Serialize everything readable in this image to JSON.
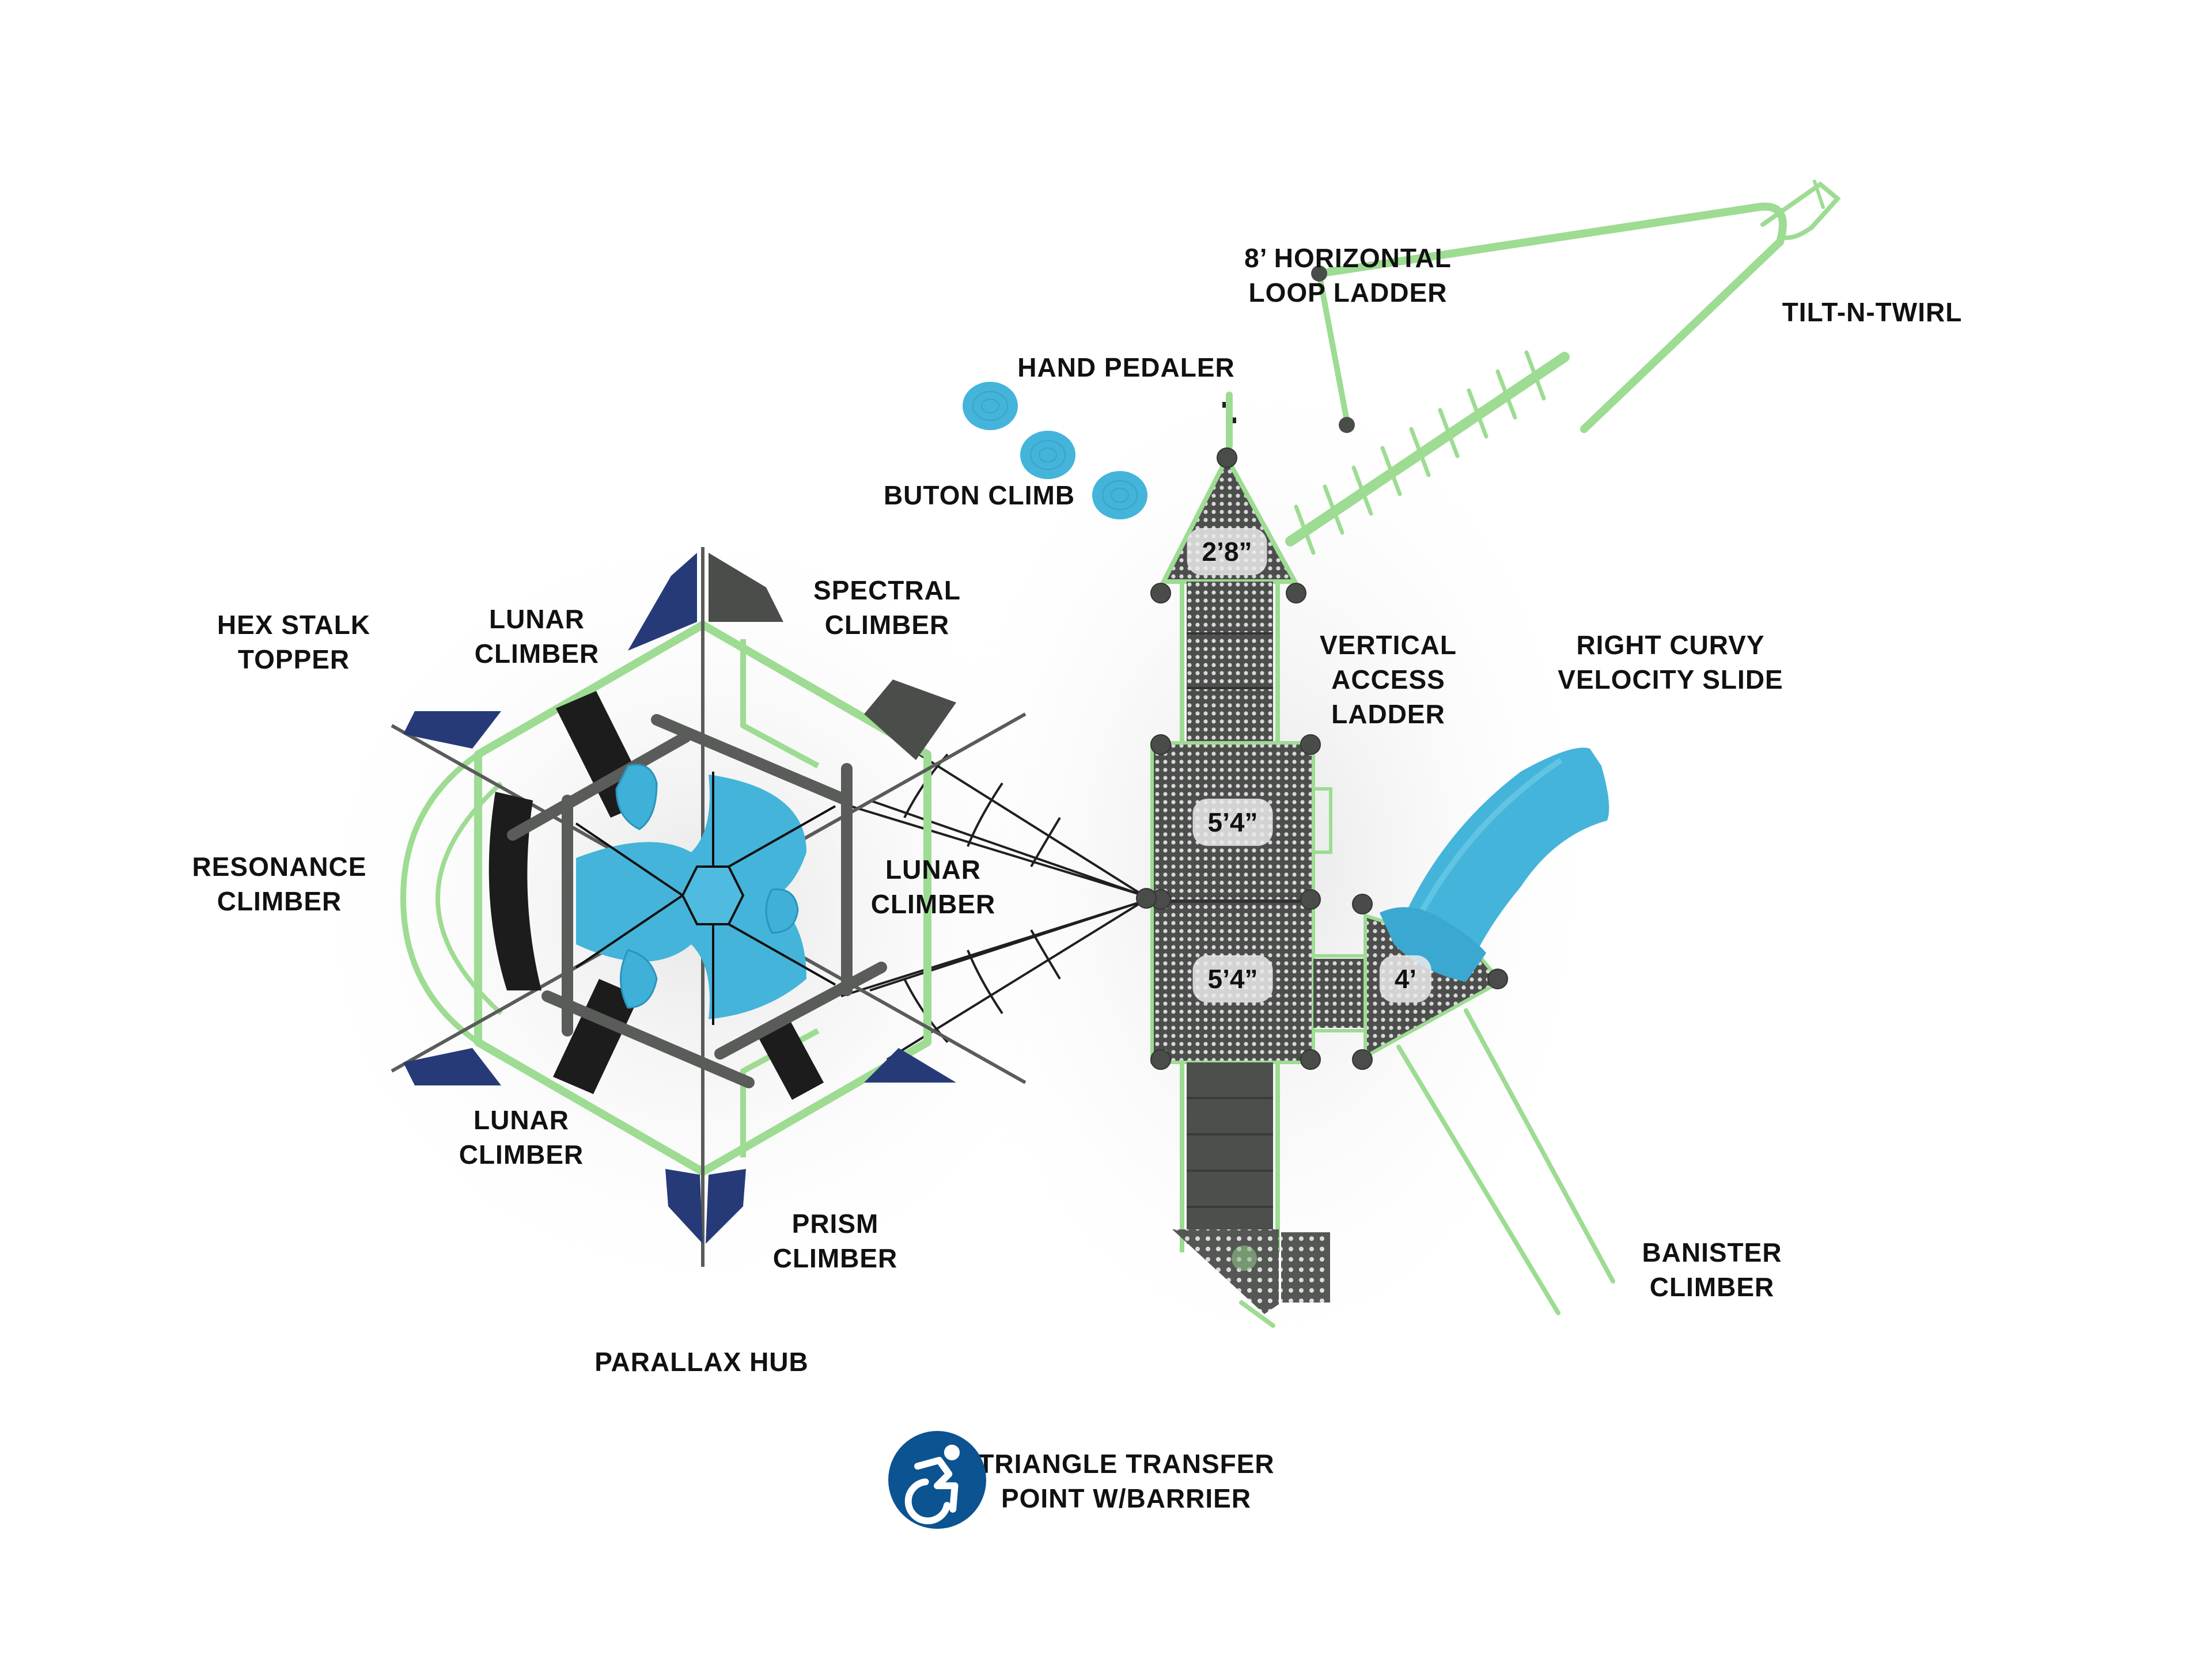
{
  "title": "Playground Plan View",
  "colors": {
    "frame_green": "#9ddc92",
    "post_gray": "#5a5c59",
    "deck_gray": "#4c4e4c",
    "panel_navy": "#273a78",
    "panel_black": "#1c1c1c",
    "accent_blue": "#44b4da",
    "access_blue": "#0b5391"
  },
  "labels": {
    "horizontal_loop_ladder": [
      "8’ HORIZONTAL",
      "LOOP LADDER"
    ],
    "tilt_n_twirl": [
      "TILT-N-TWIRL"
    ],
    "hand_pedaler": [
      "HAND PEDALER"
    ],
    "buton_climb": [
      "BUTON CLIMB"
    ],
    "hex_stalk_topper": [
      "HEX STALK",
      "TOPPER"
    ],
    "lunar_climber_top": [
      "LUNAR",
      "CLIMBER"
    ],
    "spectral_climber": [
      "SPECTRAL",
      "CLIMBER"
    ],
    "vertical_access_ladder": [
      "VERTICAL",
      "ACCESS",
      "LADDER"
    ],
    "right_curvy_velocity_slide": [
      "RIGHT CURVY",
      "VELOCITY SLIDE"
    ],
    "resonance_climber": [
      "RESONANCE",
      "CLIMBER"
    ],
    "lunar_climber_right": [
      "LUNAR",
      "CLIMBER"
    ],
    "lunar_climber_bottom": [
      "LUNAR",
      "CLIMBER"
    ],
    "prism_climber": [
      "PRISM",
      "CLIMBER"
    ],
    "banister_climber": [
      "BANISTER",
      "CLIMBER"
    ],
    "parallax_hub": [
      "PARALLAX HUB"
    ],
    "triangle_transfer_point": [
      "TRIANGLE TRANSFER",
      "POINT W/BARRIER"
    ]
  },
  "deck_heights": {
    "top_triangle": "2’8”",
    "upper_square": "5’4”",
    "lower_square": "5’4”",
    "side_triangle": "4’"
  },
  "icons": {
    "accessibility": "accessible-wheelchair-icon"
  }
}
